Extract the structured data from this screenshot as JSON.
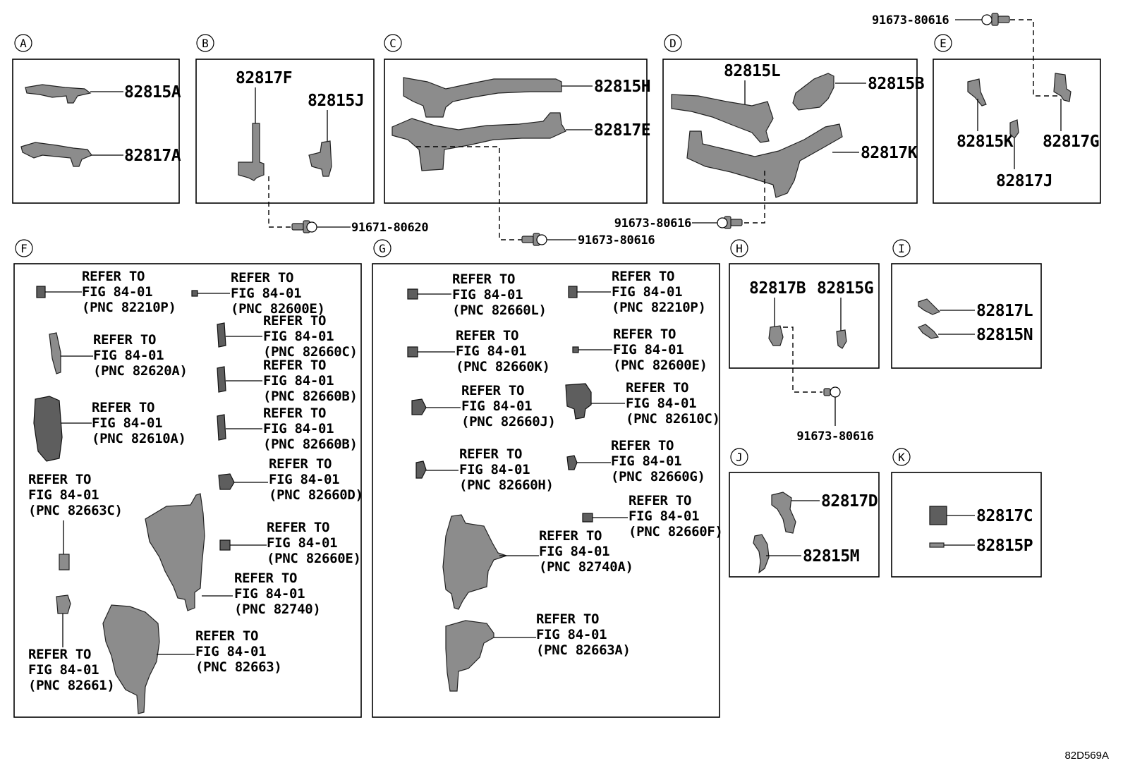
{
  "sections": {
    "a": "A",
    "b": "B",
    "c": "C",
    "d": "D",
    "e": "E",
    "f": "F",
    "g": "G",
    "h": "H",
    "i": "I",
    "j": "J",
    "k": "K"
  },
  "parts": {
    "p82815A": "82815A",
    "p82817A": "82817A",
    "p82817F": "82817F",
    "p82815J": "82815J",
    "p82815H": "82815H",
    "p82817E": "82817E",
    "p82815L": "82815L",
    "p82815B": "82815B",
    "p82817K": "82817K",
    "p82815K": "82815K",
    "p82817G": "82817G",
    "p82817J": "82817J",
    "p82817B": "82817B",
    "p82815G": "82815G",
    "p82817L": "82817L",
    "p82815N": "82815N",
    "p82817D": "82817D",
    "p82815M": "82815M",
    "p82817C": "82817C",
    "p82815P": "82815P"
  },
  "bolts": {
    "top": "91673-80616",
    "b": "91671-80620",
    "c": "91673-80616",
    "d": "91673-80616",
    "h": "91673-80616"
  },
  "refs": {
    "line1": "REFER TO",
    "line2": "FIG 84-01",
    "f": [
      "(PNC 82210P)",
      "(PNC 82600E)",
      "(PNC 82660C)",
      "(PNC 82620A)",
      "(PNC 82660B)",
      "(PNC 82610A)",
      "(PNC 82660B)",
      "(PNC 82663C)",
      "(PNC 82660D)",
      "(PNC 82660E)",
      "(PNC 82740)",
      "(PNC 82663)",
      "(PNC 82661)"
    ],
    "g": [
      "(PNC 82660L)",
      "(PNC 82210P)",
      "(PNC 82660K)",
      "(PNC 82600E)",
      "(PNC 82660J)",
      "(PNC 82610C)",
      "(PNC 82660H)",
      "(PNC 82660G)",
      "(PNC 82660F)",
      "(PNC 82740A)",
      "(PNC 82663A)"
    ]
  },
  "diagram_code": "82D569A"
}
